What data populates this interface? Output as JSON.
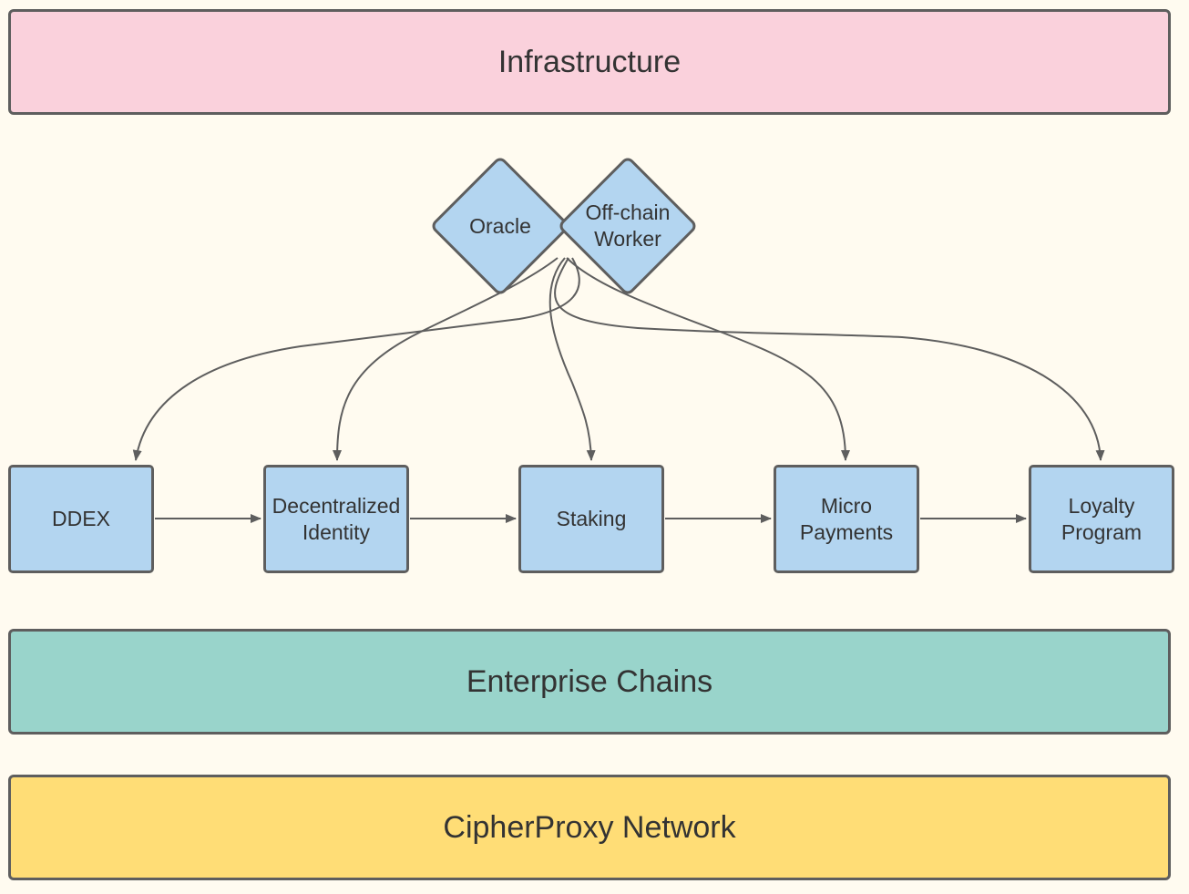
{
  "colors": {
    "background": "#fffbf0",
    "infrastructure": "#fad1dc",
    "enterprise": "#99d4cb",
    "cipherproxy": "#ffdd76",
    "node": "#b3d5f0",
    "border": "#5e5e5e",
    "text": "#333333"
  },
  "layers": {
    "infrastructure": "Infrastructure",
    "enterprise": "Enterprise Chains",
    "cipherproxy": "CipherProxy Network"
  },
  "services": {
    "oracle": "Oracle",
    "offchain": "Off-chain\nWorker"
  },
  "modules": {
    "ddex": "DDEX",
    "identity": "Decentralized\nIdentity",
    "staking": "Staking",
    "micropayments": "Micro\nPayments",
    "loyalty": "Loyalty\nProgram"
  }
}
